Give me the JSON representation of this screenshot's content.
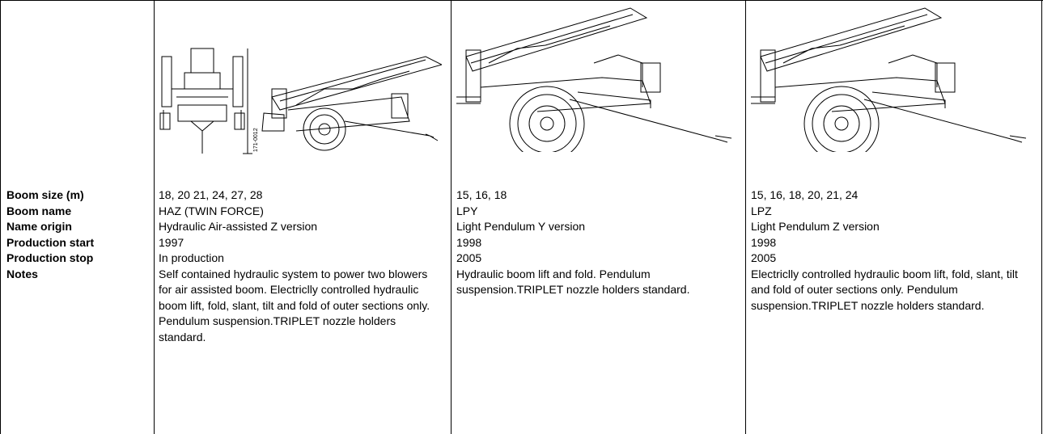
{
  "row_labels": {
    "boom_size": "Boom size (m)",
    "boom_name": "Boom name",
    "name_origin": "Name origin",
    "production_start": "Production start",
    "production_stop": "Production stop",
    "notes": "Notes"
  },
  "columns": [
    {
      "image_icon": "boom-sprayer-front-and-side-drawing",
      "image_label": "171-0012",
      "boom_size": "18, 20 21, 24, 27, 28",
      "boom_name": "HAZ (TWIN FORCE)",
      "name_origin": "Hydraulic Air-assisted Z version",
      "production_start": "1997",
      "production_stop": "In production",
      "notes": "Self contained hydraulic system to power two blowers for air assisted boom. Electriclly controlled hydraulic boom lift, fold, slant, tilt and fold of outer sections only. Pendulum suspension.TRIPLET nozzle holders standard."
    },
    {
      "image_icon": "boom-sprayer-side-drawing",
      "boom_size": "15, 16, 18",
      "boom_name": "LPY",
      "name_origin": "Light Pendulum Y version",
      "production_start": "1998",
      "production_stop": "2005",
      "notes": "Hydraulic boom lift and fold. Pendulum suspension.TRIPLET nozzle holders standard."
    },
    {
      "image_icon": "boom-sprayer-side-drawing",
      "boom_size": "15, 16, 18, 20, 21, 24",
      "boom_name": "LPZ",
      "name_origin": "Light Pendulum Z version",
      "production_start": "1998",
      "production_stop": "2005",
      "notes": "Electriclly controlled hydraulic boom lift, fold, slant, tilt and fold of outer sections only. Pendulum suspension.TRIPLET nozzle holders standard."
    }
  ]
}
